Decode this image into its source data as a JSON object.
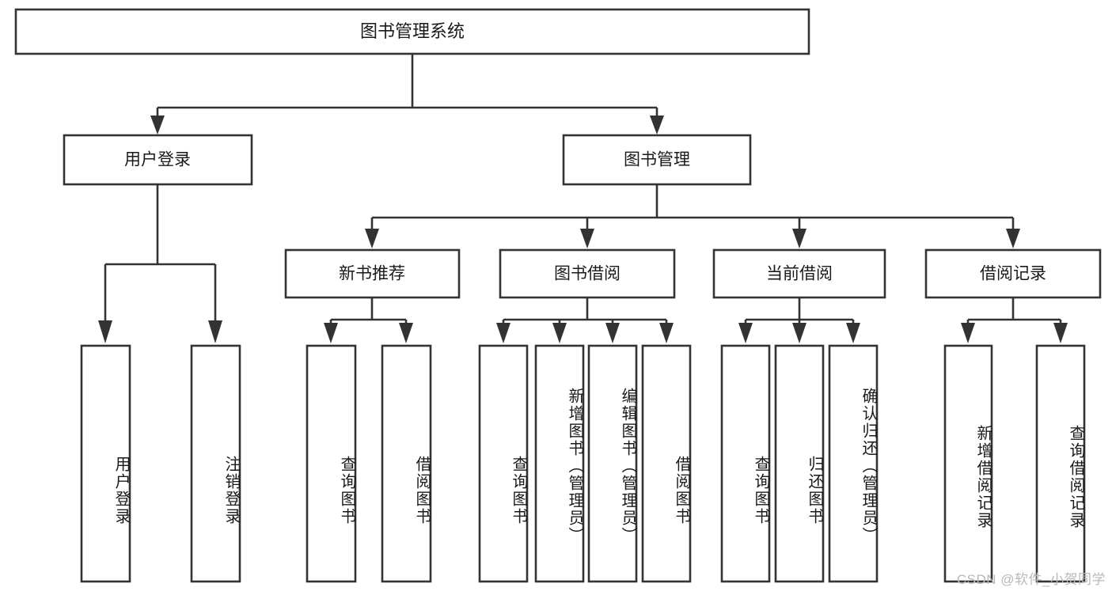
{
  "diagram": {
    "type": "tree-hierarchy-chart",
    "title": "图书管理系统",
    "root": {
      "id": "root",
      "label": "图书管理系统",
      "orientation": "horizontal"
    },
    "level2": [
      {
        "id": "user-login",
        "label": "用户登录",
        "orientation": "horizontal"
      },
      {
        "id": "book-manage",
        "label": "图书管理",
        "orientation": "horizontal"
      }
    ],
    "level3": [
      {
        "id": "new-book-recommend",
        "label": "新书推荐",
        "orientation": "horizontal",
        "parent": "book-manage"
      },
      {
        "id": "book-borrow",
        "label": "图书借阅",
        "orientation": "horizontal",
        "parent": "book-manage"
      },
      {
        "id": "current-borrow",
        "label": "当前借阅",
        "orientation": "horizontal",
        "parent": "book-manage"
      },
      {
        "id": "borrow-record",
        "label": "借阅记录",
        "orientation": "horizontal",
        "parent": "book-manage"
      }
    ],
    "leaves": [
      {
        "id": "leaf-user-login",
        "label": "用户登录",
        "orientation": "vertical",
        "parent": "user-login"
      },
      {
        "id": "leaf-user-logout",
        "label": "注销登录",
        "orientation": "vertical",
        "parent": "user-login"
      },
      {
        "id": "leaf-query-book-1",
        "label": "查询图书",
        "orientation": "vertical",
        "parent": "new-book-recommend"
      },
      {
        "id": "leaf-borrow-book-1",
        "label": "借阅图书",
        "orientation": "vertical",
        "parent": "new-book-recommend"
      },
      {
        "id": "leaf-query-book-2",
        "label": "查询图书",
        "orientation": "vertical",
        "parent": "book-borrow"
      },
      {
        "id": "leaf-add-book",
        "label": "新增图书（管理员）",
        "orientation": "vertical",
        "parent": "book-borrow"
      },
      {
        "id": "leaf-edit-book",
        "label": "编辑图书（管理员）",
        "orientation": "vertical",
        "parent": "book-borrow"
      },
      {
        "id": "leaf-borrow-book-2",
        "label": "借阅图书",
        "orientation": "vertical",
        "parent": "book-borrow"
      },
      {
        "id": "leaf-query-book-3",
        "label": "查询图书",
        "orientation": "vertical",
        "parent": "current-borrow"
      },
      {
        "id": "leaf-return-book",
        "label": "归还图书",
        "orientation": "vertical",
        "parent": "current-borrow"
      },
      {
        "id": "leaf-confirm-return",
        "label": "确认归还（管理员）",
        "orientation": "vertical",
        "parent": "current-borrow"
      },
      {
        "id": "leaf-add-record",
        "label": "新增借阅记录",
        "orientation": "vertical",
        "parent": "borrow-record"
      },
      {
        "id": "leaf-query-record",
        "label": "查询借阅记录",
        "orientation": "vertical",
        "parent": "borrow-record"
      }
    ]
  },
  "watermark": {
    "text": "CSDN @软件_小贺同学"
  },
  "colors": {
    "box_stroke": "#333333",
    "box_fill": "#ffffff",
    "text": "#1a1a1a",
    "background": "#ffffff",
    "watermark": "#b9b9b9"
  }
}
